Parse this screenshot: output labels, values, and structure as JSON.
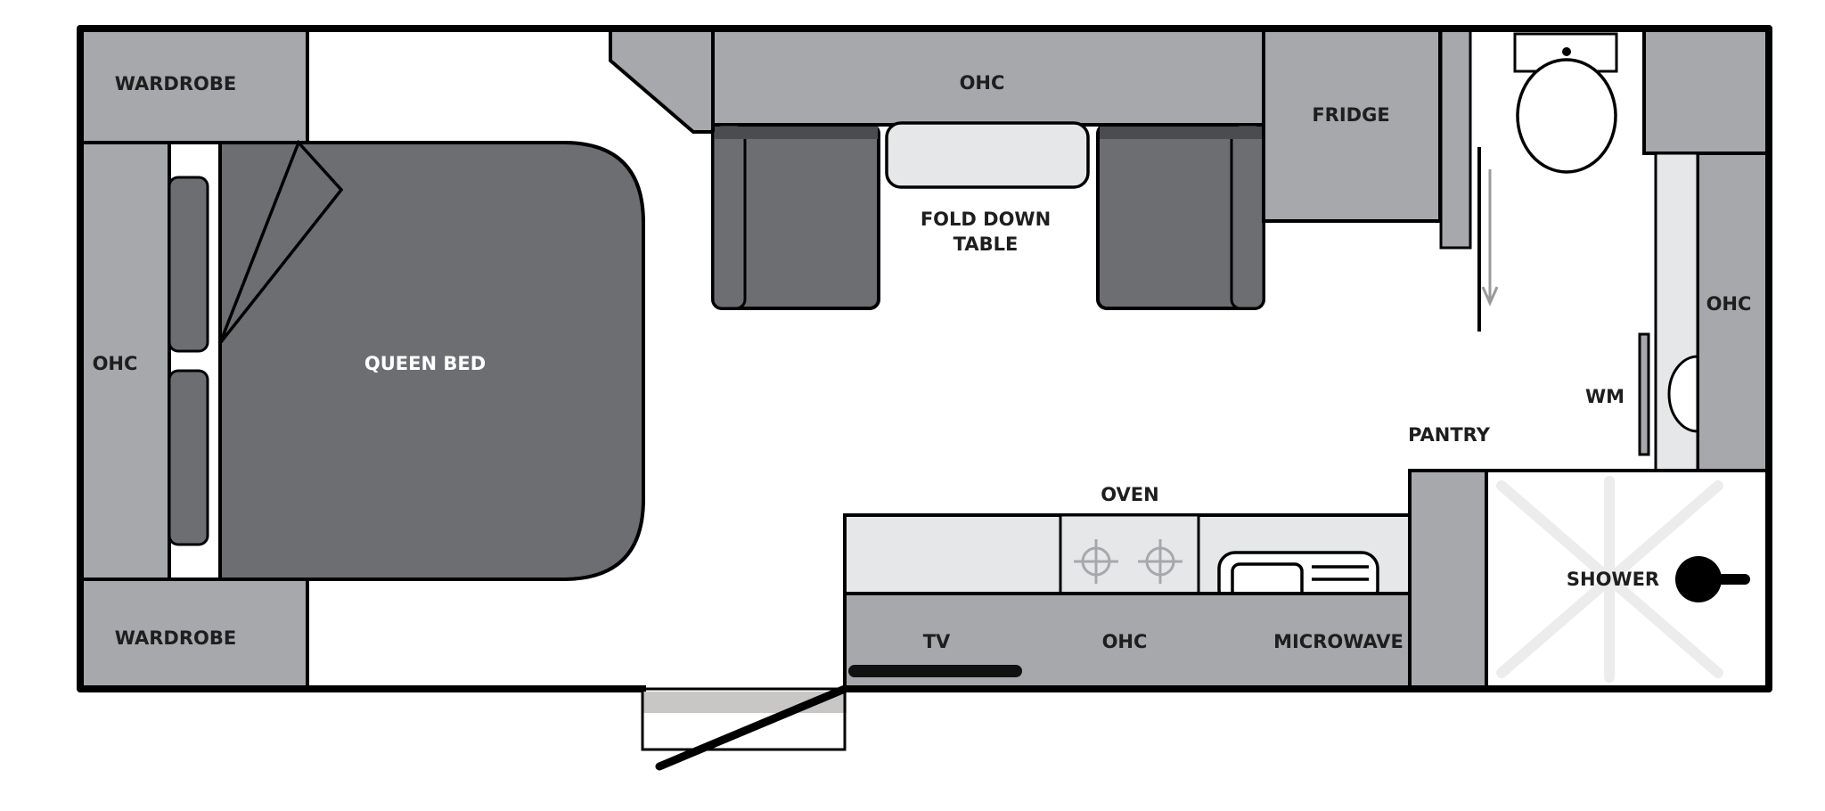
{
  "labels": {
    "wardrobe_top": "WARDROBE",
    "wardrobe_bottom": "WARDROBE",
    "ohc_left": "OHC",
    "queen_bed": "QUEEN BED",
    "ohc_top": "OHC",
    "fold_down_table_line1": "FOLD DOWN",
    "fold_down_table_line2": "TABLE",
    "fridge": "FRIDGE",
    "ohc_right": "OHC",
    "wm": "WM",
    "pantry": "PANTRY",
    "oven": "OVEN",
    "tv": "TV",
    "ohc_bottom": "OHC",
    "microwave": "MICROWAVE",
    "shower": "SHOWER"
  },
  "colors": {
    "wall": "#000000",
    "cabinet": "#a7a8ab",
    "bed": "#6d6e71",
    "seat": "#6d6e71",
    "shadow": "#c9c6c6",
    "benchtop": "#e6e7e8",
    "floor": "#ffffff",
    "shower_cross": "#ececec"
  },
  "icons": {
    "cooktop": "cooktop-burner-icon",
    "sink": "sink-icon",
    "toilet": "toilet-icon",
    "shower_head": "shower-head-icon",
    "door_arrow": "door-slide-arrow-icon"
  }
}
